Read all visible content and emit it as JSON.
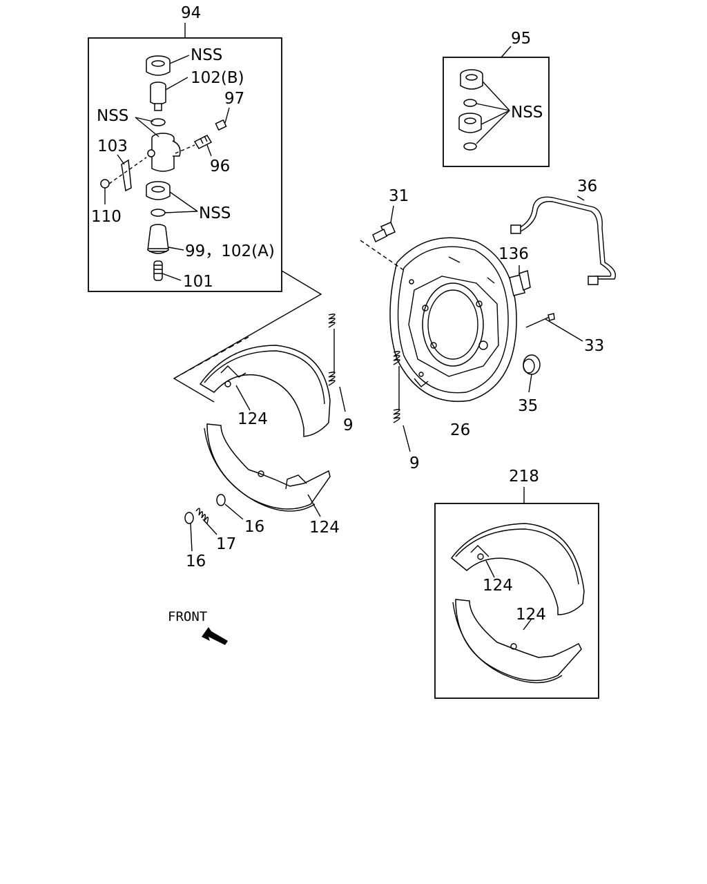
{
  "diagram": {
    "boxes": {
      "box_94": "94",
      "box_95": "95",
      "box_218": "218"
    },
    "labels": {
      "nss_top": "NSS",
      "l102b": "102(B)",
      "l97": "97",
      "nss_mid": "NSS",
      "l103": "103",
      "l96": "96",
      "l110": "110",
      "nss_low": "NSS",
      "l99_102a": "99，102(A)",
      "l101": "101",
      "nss_95": "NSS",
      "l31": "31",
      "l36": "36",
      "l136": "136",
      "l33": "33",
      "l35": "35",
      "l26": "26",
      "l9a": "9",
      "l9b": "9",
      "l124a": "124",
      "l124b": "124",
      "l16a": "16",
      "l17": "17",
      "l16b": "16",
      "l124c": "124",
      "l124d": "124",
      "front": "FRONT"
    }
  }
}
